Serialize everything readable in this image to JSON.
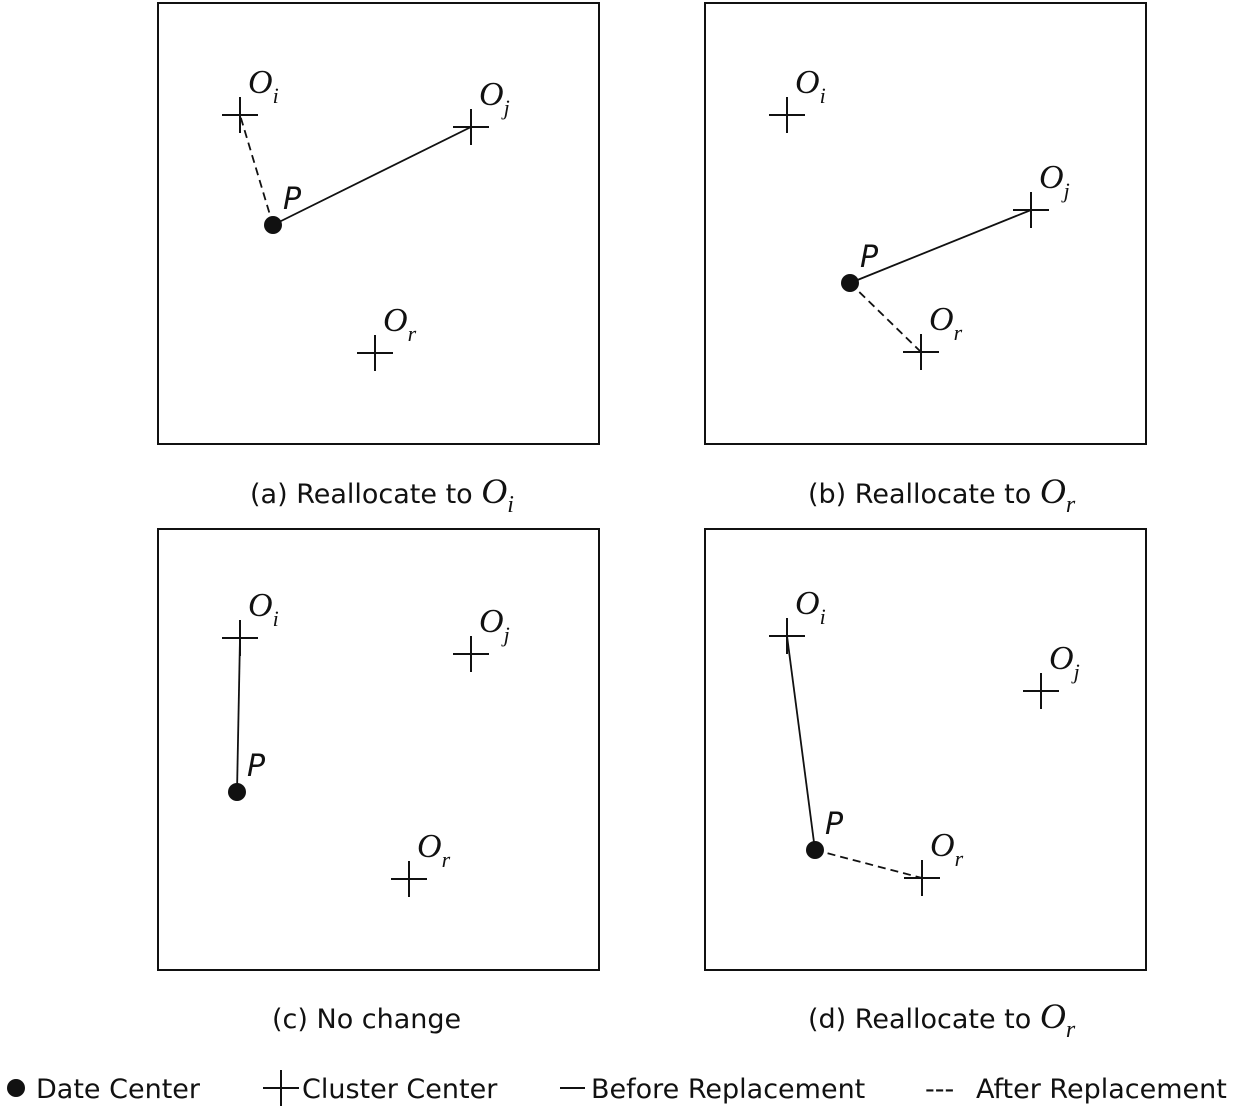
{
  "point_label": "P",
  "center_letter": "O",
  "panels": [
    {
      "caption_prefix": "(a) Reallocate to ",
      "caption_sub": "i",
      "centers": [
        "i",
        "j",
        "r"
      ]
    },
    {
      "caption_prefix": "(b) Reallocate to ",
      "caption_sub": "r",
      "centers": [
        "i",
        "j",
        "r"
      ]
    },
    {
      "caption_prefix": "(c) No change",
      "caption_sub": "",
      "centers": [
        "i",
        "j",
        "r"
      ]
    },
    {
      "caption_prefix": "(d) Reallocate to ",
      "caption_sub": "r",
      "centers": [
        "i",
        "j",
        "r"
      ]
    }
  ],
  "legend": {
    "data_center": "Date Center",
    "cluster_center": "Cluster Center",
    "before": "Before Replacement",
    "dashes": "---",
    "after": "After Replacement"
  }
}
